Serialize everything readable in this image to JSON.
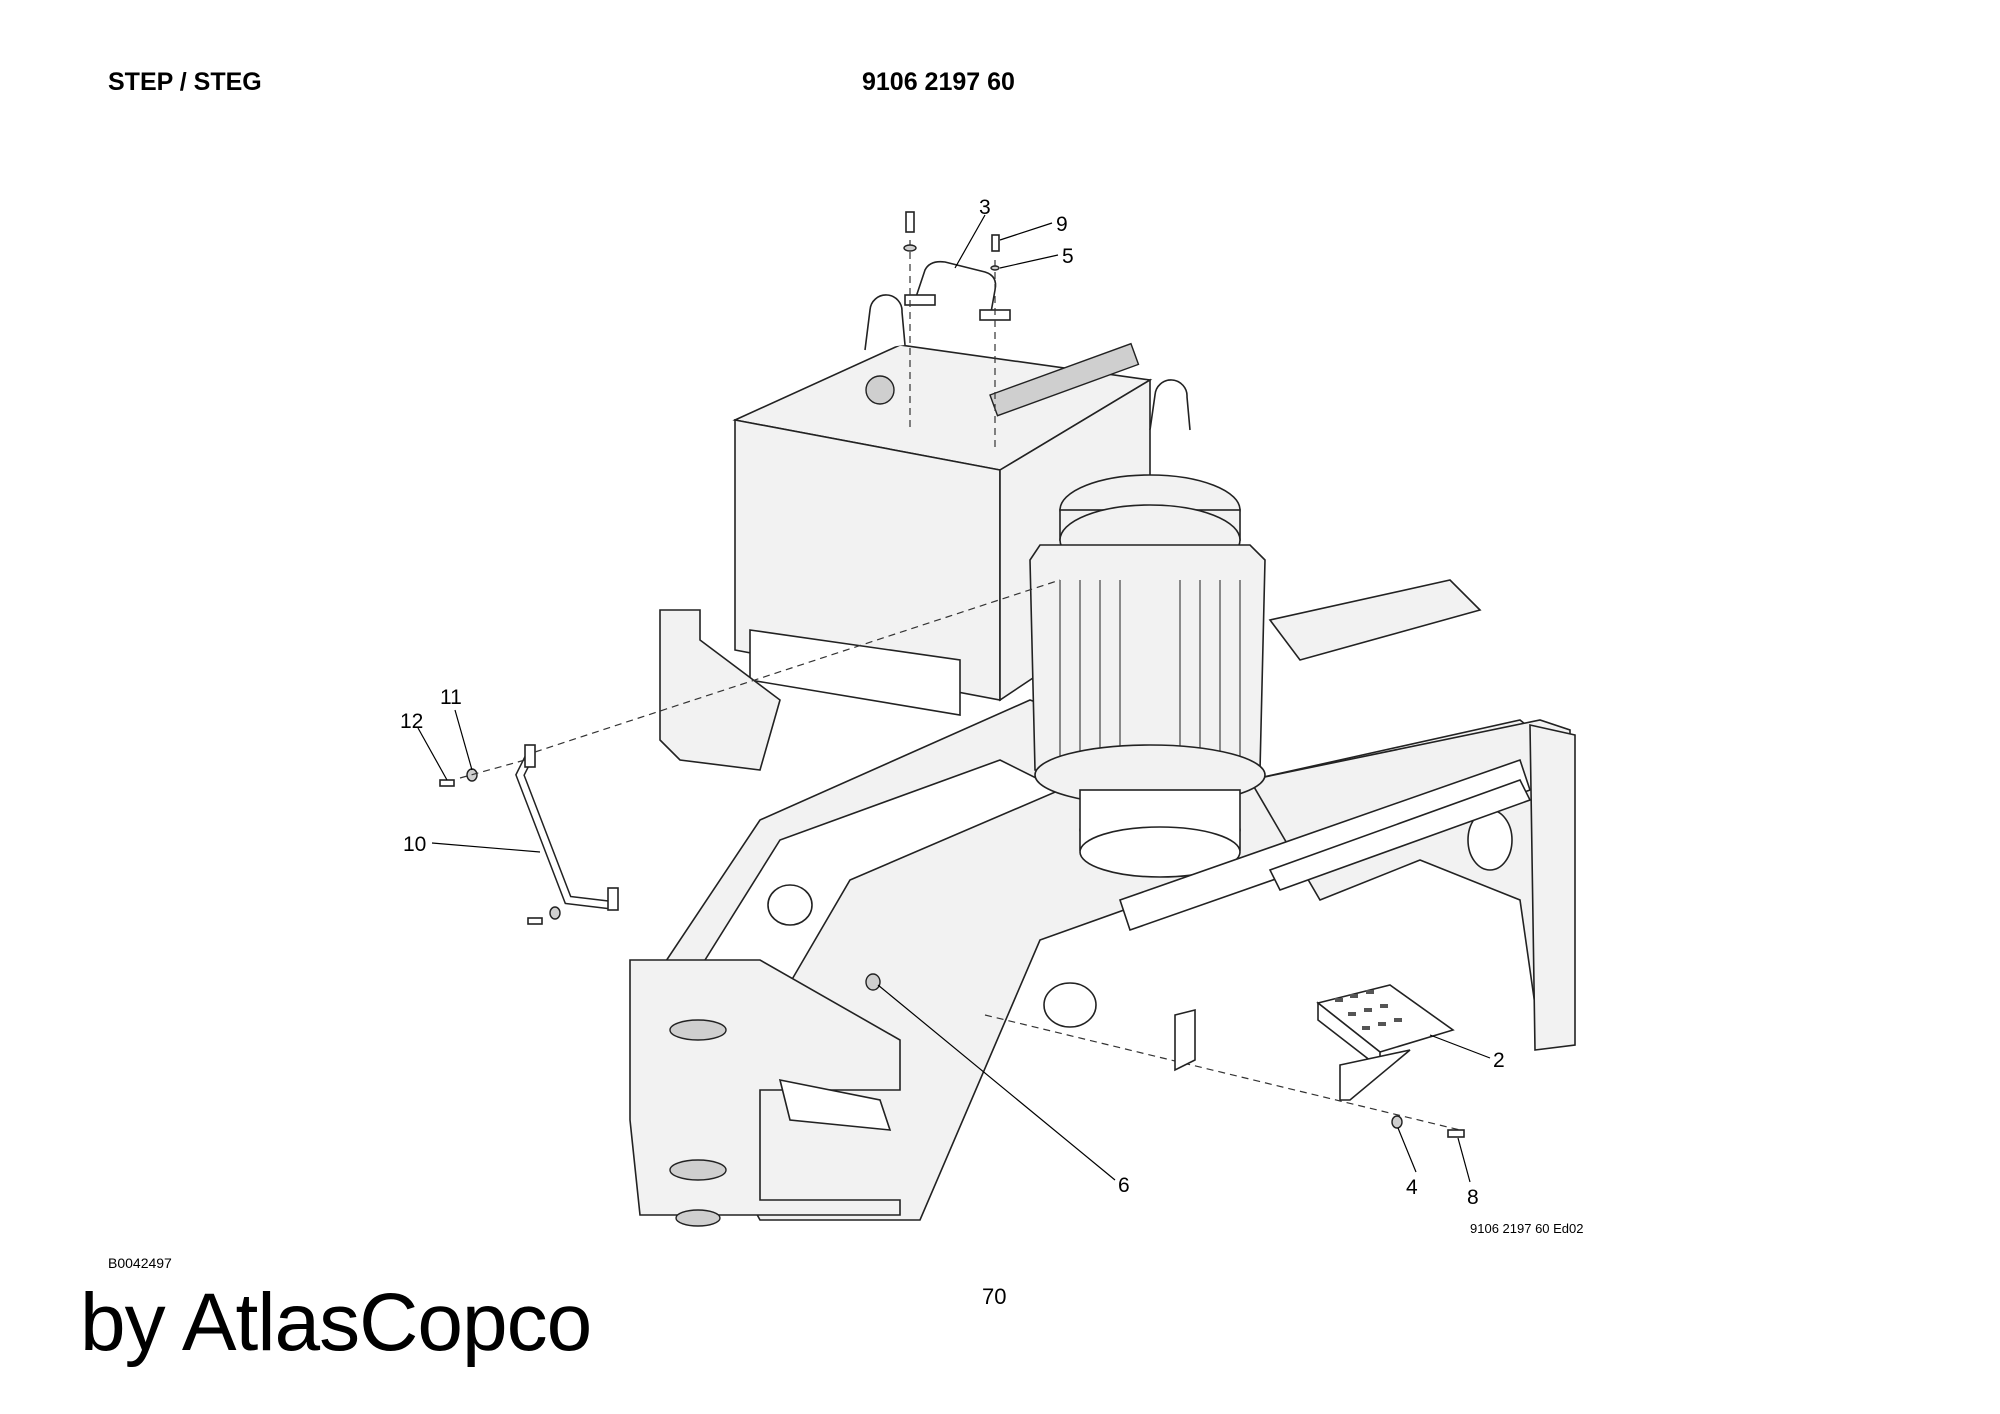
{
  "header": {
    "title": "STEP / STEG",
    "part_number": "9106 2197 60"
  },
  "diagram": {
    "callouts": [
      "3",
      "9",
      "5",
      "11",
      "12",
      "10",
      "2",
      "6",
      "4",
      "8"
    ],
    "edition_label": "9106 2197 60 Ed02"
  },
  "footer": {
    "drawing_id": "B0042497",
    "page_number": "70",
    "brand": "by AtlasCopco"
  }
}
